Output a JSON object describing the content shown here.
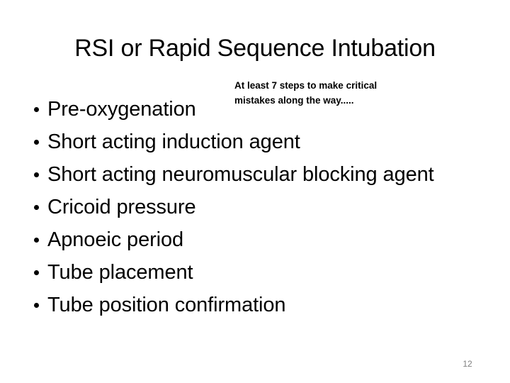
{
  "slide": {
    "title": "RSI or Rapid Sequence Intubation",
    "page_number": "12",
    "background_color": "#ffffff",
    "text_color": "#000000",
    "page_number_color": "#808080"
  },
  "annotation": {
    "line1": "At least 7 steps to make critical",
    "line2": "mistakes along the way....."
  },
  "bullets": [
    {
      "label": "Pre-oxygenation"
    },
    {
      "label": "Short acting induction agent"
    },
    {
      "label": "Short acting neuromuscular blocking agent"
    },
    {
      "label": "Cricoid pressure"
    },
    {
      "label": "Apnoeic period"
    },
    {
      "label": "Tube placement"
    },
    {
      "label": "Tube position confirmation"
    }
  ]
}
